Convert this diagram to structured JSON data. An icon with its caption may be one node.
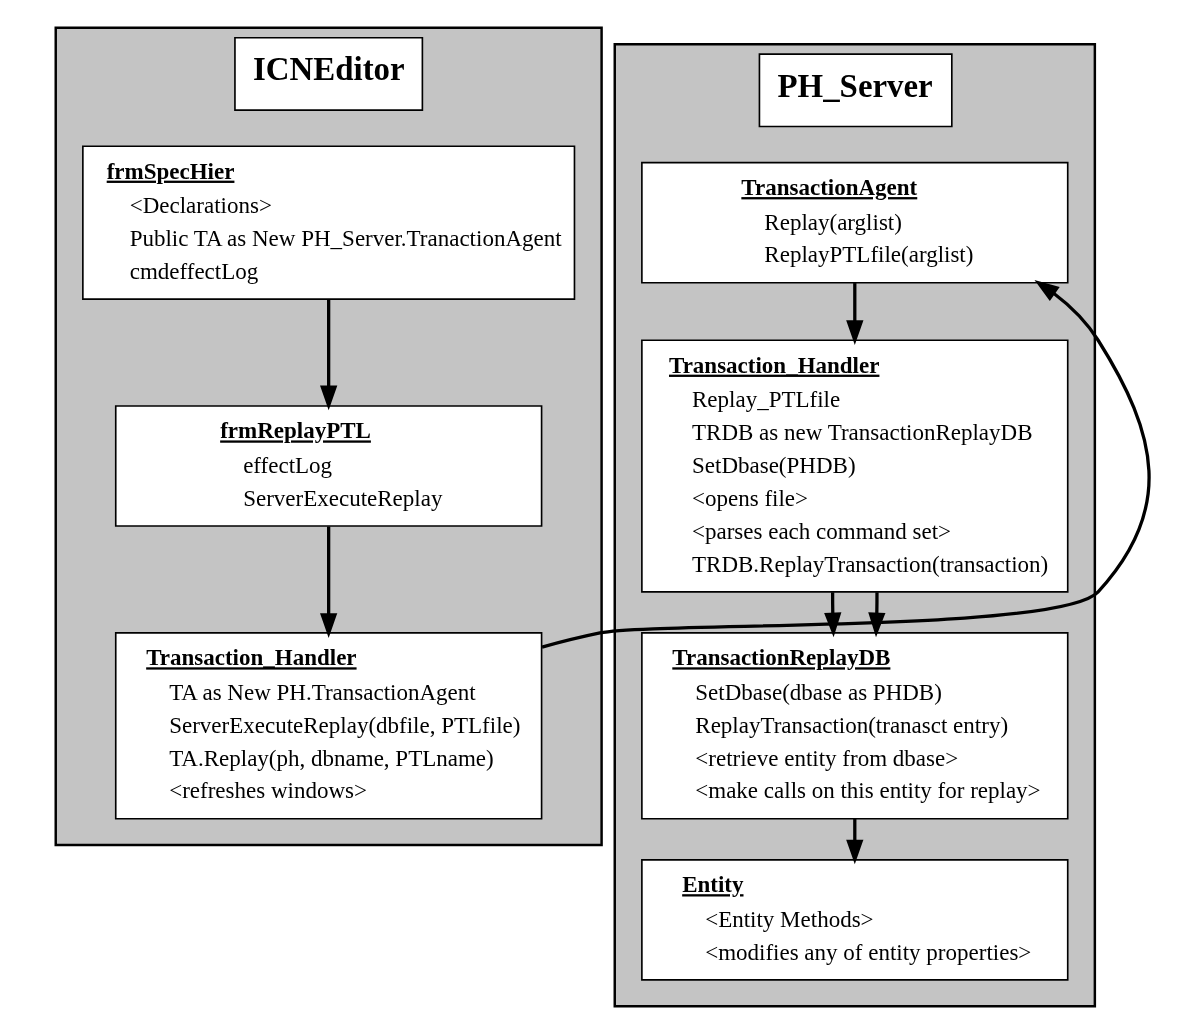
{
  "diagram": {
    "nodes": [
      {
        "text": [
          "ICNEditor"
        ]
      },
      {
        "text": [
          "frmSpecHier",
          "<Declarations>",
          "Public TA as New PH_Server.TranactionAgent",
          "cmdeffectLog"
        ],
        "in": 0
      },
      {
        "text": [
          "frmReplayPTL",
          "effectLog",
          "ServerExecuteReplay"
        ],
        "in": 0
      },
      {
        "text": [
          "Transaction_Handler",
          "TA as New PH.TransactionAgent",
          "ServerExecuteReplay(dbfile, PTLfile)",
          "TA.Replay(ph, dbname, PTLname)",
          "<refreshes windows>"
        ],
        "in": 0
      },
      {
        "text": [
          "PH_Server"
        ]
      },
      {
        "text": [
          "TransactionAgent",
          "Replay(arglist)",
          "ReplayPTLfile(arglist)"
        ],
        "in": 4
      },
      {
        "text": [
          "Transaction_Handler",
          "Replay_PTLfile",
          "TRDB as new TransactionReplayDB",
          "SetDbase(PHDB)",
          "<opens file>",
          "<parses each command set>",
          "TRDB.ReplayTransaction(transaction)"
        ],
        "in": 4
      },
      {
        "text": [
          "TransactionReplayDB",
          "SetDbase(dbase as PHDB)",
          "ReplayTransaction(tranasct entry)",
          "<retrieve entity from dbase>",
          "<make calls on this entity for replay>"
        ],
        "in": 4
      },
      {
        "text": [
          "Entity",
          "<Entity Methods>",
          "<modifies any of entity properties>"
        ],
        "in": 4
      }
    ],
    "edges": [
      {
        "from": 1,
        "to": 2,
        "arrow": "to"
      },
      {
        "from": 2,
        "to": 3,
        "arrow": "to"
      },
      {
        "from": 3,
        "to": 5,
        "arrow": "to"
      },
      {
        "from": 5,
        "to": 6,
        "arrow": "to"
      },
      {
        "from": 6,
        "to": 7,
        "arrow": "to"
      },
      {
        "from": 6,
        "to": 7,
        "arrow": "to"
      },
      {
        "from": 7,
        "to": 8,
        "arrow": "to"
      }
    ]
  }
}
